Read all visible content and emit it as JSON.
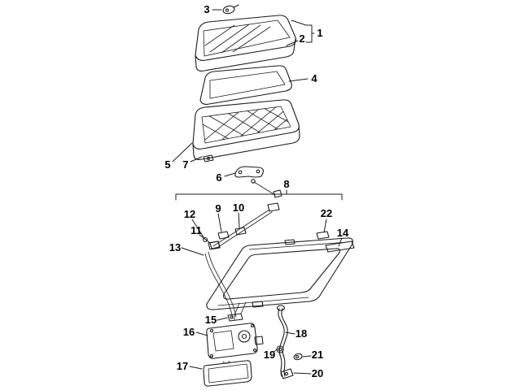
{
  "figure": {
    "background_color": "#ffffff",
    "line_color": "#1c1c1c",
    "label_color": "#000000"
  },
  "callouts": [
    {
      "label": "1"
    },
    {
      "label": "2"
    },
    {
      "label": "3"
    },
    {
      "label": "4"
    },
    {
      "label": "5"
    },
    {
      "label": "6"
    },
    {
      "label": "7"
    },
    {
      "label": "8"
    },
    {
      "label": "9"
    },
    {
      "label": "10"
    },
    {
      "label": "11"
    },
    {
      "label": "12"
    },
    {
      "label": "13"
    },
    {
      "label": "14"
    },
    {
      "label": "15"
    },
    {
      "label": "16"
    },
    {
      "label": "17"
    },
    {
      "label": "18"
    },
    {
      "label": "19"
    },
    {
      "label": "20"
    },
    {
      "label": "21"
    },
    {
      "label": "22"
    }
  ]
}
